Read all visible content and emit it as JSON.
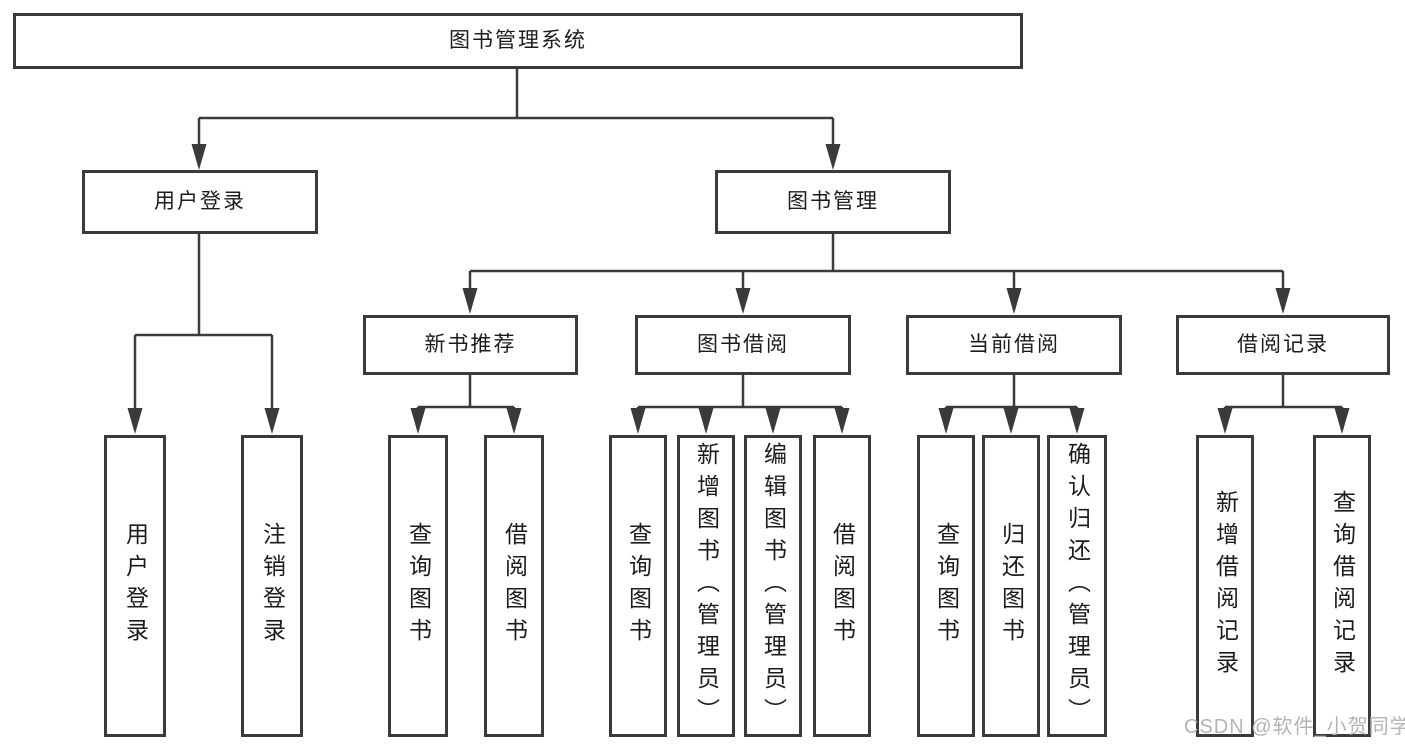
{
  "tree": {
    "label": "图书管理系统",
    "children": [
      {
        "label": "用户登录",
        "children": [
          {
            "label": "用户登录"
          },
          {
            "label": "注销登录"
          }
        ]
      },
      {
        "label": "图书管理",
        "children": [
          {
            "label": "新书推荐",
            "children": [
              {
                "label": "查询图书"
              },
              {
                "label": "借阅图书"
              }
            ]
          },
          {
            "label": "图书借阅",
            "children": [
              {
                "label": "查询图书"
              },
              {
                "label": "新增图书（管理员）"
              },
              {
                "label": "编辑图书（管理员）"
              },
              {
                "label": "借阅图书"
              }
            ]
          },
          {
            "label": "当前借阅",
            "children": [
              {
                "label": "查询图书"
              },
              {
                "label": "归还图书"
              },
              {
                "label": "确认归还（管理员）"
              }
            ]
          },
          {
            "label": "借阅记录",
            "children": [
              {
                "label": "新增借阅记录"
              },
              {
                "label": "查询借阅记录"
              }
            ]
          }
        ]
      }
    ]
  },
  "watermark": "CSDN @软件_小贺同学",
  "colors": {
    "line": "#3a3a3a",
    "text": "#1c1c1c",
    "watermark": "#b4b4b4",
    "background": "#ffffff"
  }
}
